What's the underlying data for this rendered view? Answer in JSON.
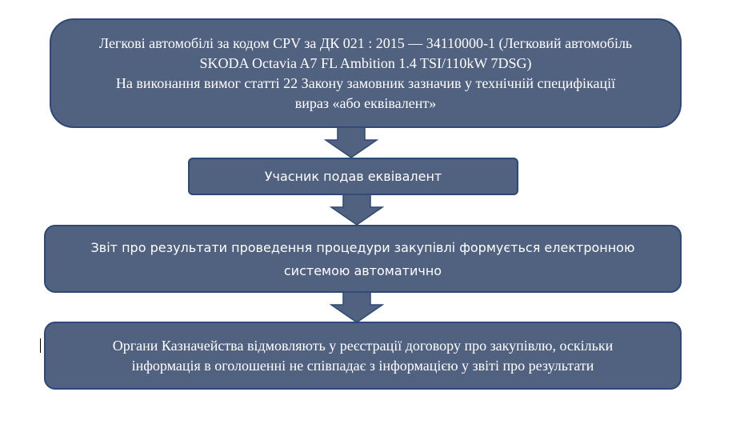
{
  "colors": {
    "box_fill": "#516180",
    "box_border": "#2e4877",
    "text": "#ffffff"
  },
  "steps": [
    {
      "lines": [
        "Легкові автомобілі за кодом CPV за ДК 021 : 2015 — 34110000-1 (Легковий автомобіль",
        "SKODA Octavia A7 FL Ambition 1.4 TSI/110kW 7DSG)",
        "На виконання вимог статті 22 Закону замовник зазначив у технічній специфікації",
        "вираз «або еквівалент»"
      ]
    },
    {
      "lines": [
        "Учасник подав еквівалент"
      ]
    },
    {
      "lines": [
        "Звіт про результати проведення процедури закупівлі формується електронною",
        "системою автоматично"
      ]
    },
    {
      "lines": [
        "Органи Казначейства відмовляють у реєстрації договору про закупівлю, оскільки",
        "інформація в оголошенні не співпадає з інформацією у звіті про результати"
      ]
    }
  ]
}
